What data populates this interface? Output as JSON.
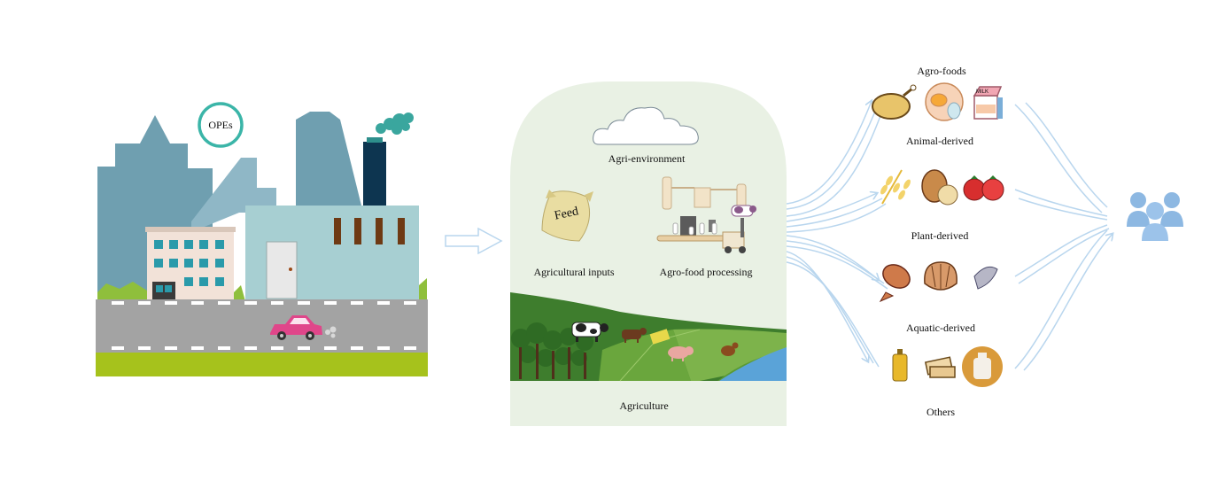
{
  "source": {
    "badge": "OPEs"
  },
  "middle": {
    "environment_label": "Agri-environment",
    "inputs_label": "Agricultural inputs",
    "processing_label": "Agro-food processing",
    "feed_bag_text": "Feed",
    "agriculture_label": "Agriculture"
  },
  "right": {
    "title": "Agro-foods",
    "categories": {
      "animal": "Animal-derived",
      "plant": "Plant-derived",
      "aquatic": "Aquatic-derived",
      "others": "Others"
    },
    "milk_text": "MILK"
  },
  "colors": {
    "building_blue": "#6f9fb0",
    "factory": "#a7cfd2",
    "chimney": "#0d3550",
    "smoke": "#3aa69e",
    "road": "#a3a3a3",
    "grass": "#a6c21c",
    "car": "#e0468a",
    "arch_bg": "#e9f1e4",
    "field_dark": "#3e7d2d",
    "field_light": "#7db34b",
    "arrow": "#b9d6ee",
    "people": "#8db8e2"
  },
  "icons": [
    "opes-badge-icon",
    "cloud-icon",
    "feed-bag-icon",
    "processing-line-icon",
    "roast-chicken-icon",
    "eggs-icon",
    "milk-carton-icon",
    "wheat-icon",
    "potato-icon",
    "tomato-icon",
    "fish-icon",
    "shell-icon",
    "can-fish-icon",
    "oil-bottle-icon",
    "biscuit-icon",
    "jug-icon",
    "people-icon"
  ]
}
